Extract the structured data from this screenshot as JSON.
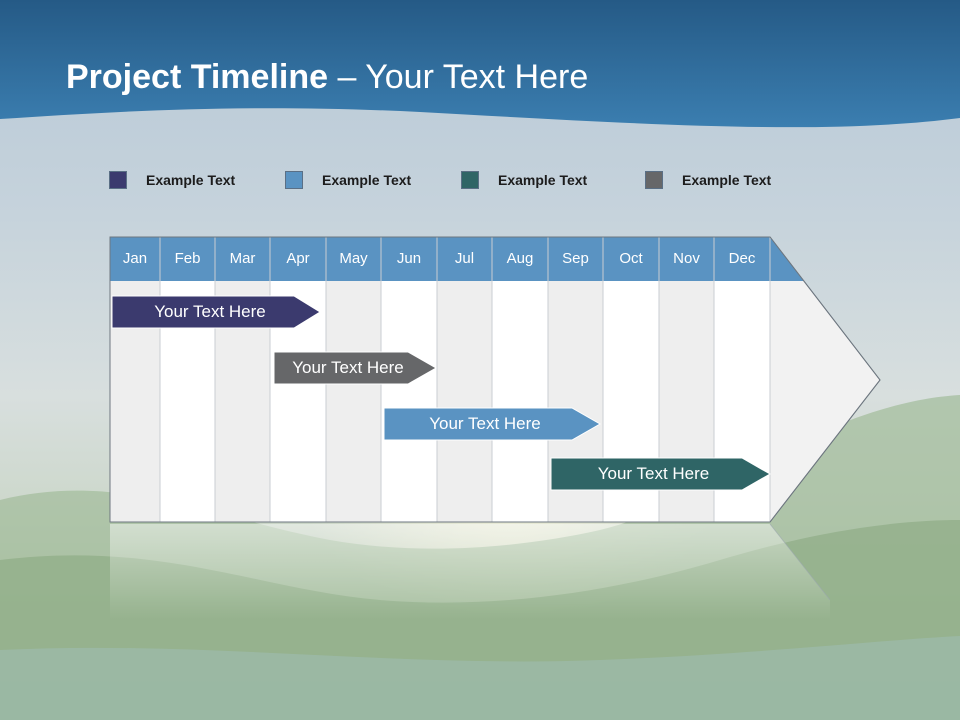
{
  "title": {
    "bold": "Project Timeline",
    "rest": " – Your Text Here"
  },
  "legend": [
    {
      "label": "Example Text",
      "color": "#3b3a6e"
    },
    {
      "label": "Example Text",
      "color": "#5a93c2"
    },
    {
      "label": "Example Text",
      "color": "#2f6566"
    },
    {
      "label": "Example Text",
      "color": "#666769"
    }
  ],
  "months": [
    "Jan",
    "Feb",
    "Mar",
    "Apr",
    "May",
    "Jun",
    "Jul",
    "Aug",
    "Sep",
    "Oct",
    "Nov",
    "Dec"
  ],
  "bars": [
    {
      "label": "Your  Text Here",
      "color": "#3b3a6e"
    },
    {
      "label": "Your  Text Here",
      "color": "#666769"
    },
    {
      "label": "Your  Text Here",
      "color": "#5a93c2"
    },
    {
      "label": "Your  Text Here",
      "color": "#2f6566"
    }
  ],
  "colors": {
    "header": "#2f6e9e",
    "month_bar": "#5a93c2"
  }
}
